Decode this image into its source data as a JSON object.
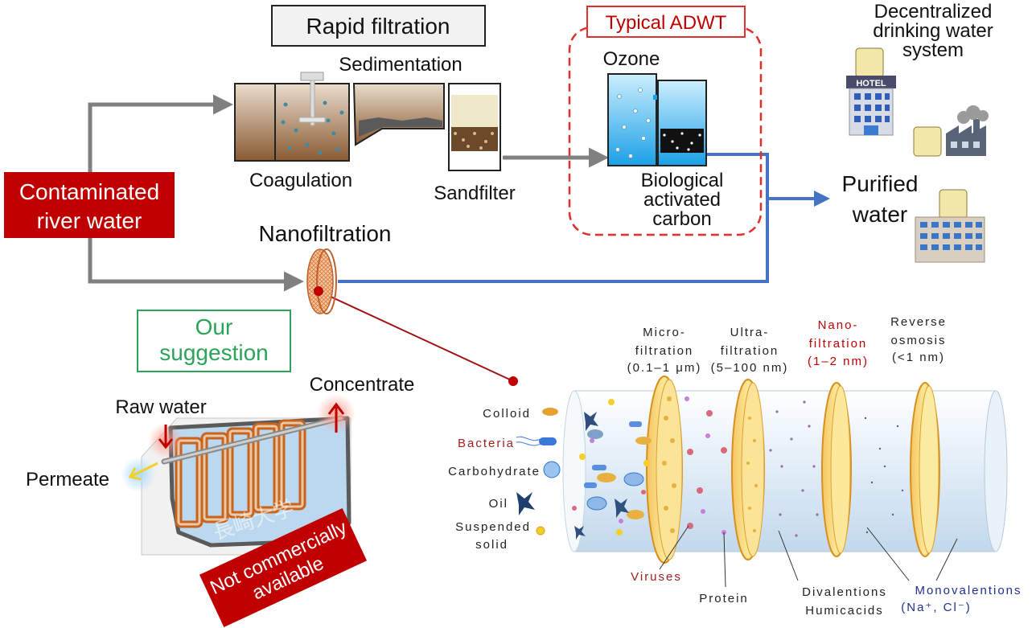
{
  "flow": {
    "rapid_filtration": "Rapid filtration",
    "sedimentation": "Sedimentation",
    "coagulation": "Coagulation",
    "sandfilter": "Sandfilter",
    "typical_adwt": "Typical ADWT",
    "ozone": "Ozone",
    "bac_line1": "Biological",
    "bac_line2": "activated",
    "bac_line3": "carbon",
    "decentral_line1": "Decentralized",
    "decentral_line2": "drinking water",
    "decentral_line3": "system",
    "hotel_sign": "HOTEL",
    "purified_line1": "Purified",
    "purified_line2": "water",
    "contaminated_line1": "Contaminated",
    "contaminated_line2": "river water",
    "nanofiltration": "Nanofiltration"
  },
  "suggestion": {
    "line1": "Our",
    "line2": "suggestion",
    "raw_water": "Raw water",
    "concentrate": "Concentrate",
    "permeate": "Permeate",
    "watermark": "長崎大学",
    "not_commercial_line1": "Not commercially",
    "not_commercial_line2": "available"
  },
  "spectrum": {
    "micro": [
      "Micro-",
      "filtration",
      "(0.1–1 μm)"
    ],
    "ultra": [
      "Ultra-",
      "filtration",
      "(5–100 nm)"
    ],
    "nano": [
      "Nano-",
      "filtration",
      "(1–2 nm)"
    ],
    "ro": [
      "Reverse",
      "osmosis",
      "(<1 nm)"
    ],
    "colloid": "Colloid",
    "bacteria": "Bacteria",
    "carbohydrate": "Carbohydrate",
    "oil": "Oil",
    "suspended_line1": "Suspended",
    "suspended_line2": "solid",
    "viruses": "Viruses",
    "protein": "Protein",
    "divalent_line1": "Divalentions",
    "divalent_line2": "Humicacids",
    "monovalent_line1": "Monovalentions",
    "monovalent_line2": "(Na⁺, Cl⁻)"
  },
  "colors": {
    "gray_arrow": "#808080",
    "blue_flow": "#4472c4",
    "dark_red": "#c00000",
    "green": "#2ca35a",
    "red_dash": "#e03030",
    "navy": "#1f2f8f"
  }
}
